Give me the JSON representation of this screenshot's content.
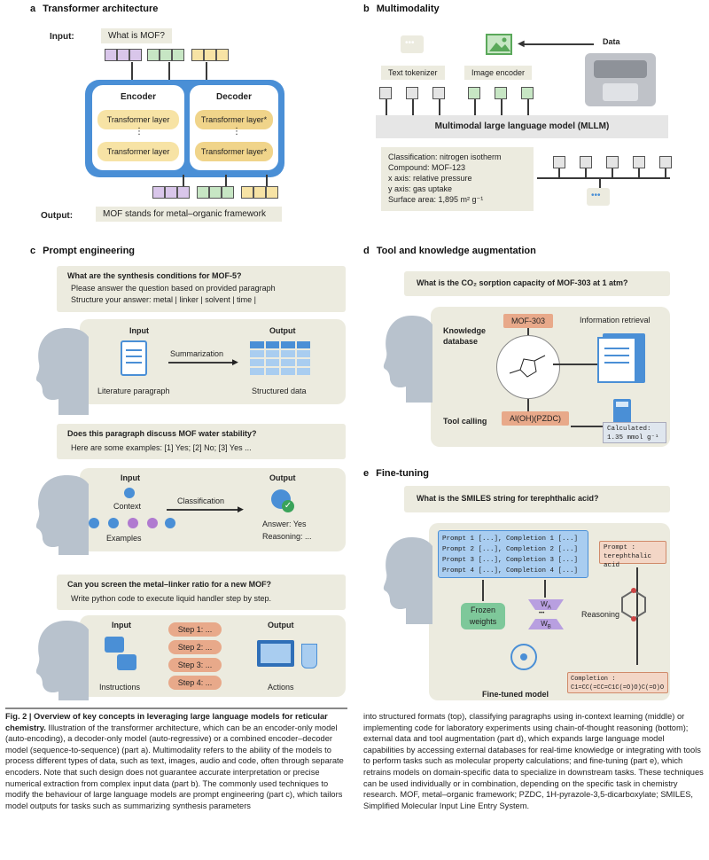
{
  "panel_a": {
    "letter": "a",
    "title": "Transformer architecture",
    "input_label": "Input:",
    "input_text": "What is MOF?",
    "encoder_label": "Encoder",
    "decoder_label": "Decoder",
    "enc_layer1": "Transformer layer",
    "enc_layer2": "Transformer layer",
    "dec_layer1": "Transformer layer*",
    "dec_layer2": "Transformer layer*",
    "output_label": "Output:",
    "output_text": "MOF stands for metal–organic framework"
  },
  "panel_b": {
    "letter": "b",
    "title": "Multimodality",
    "data_label": "Data",
    "text_tokenizer": "Text tokenizer",
    "image_encoder": "Image encoder",
    "mllm": "Multimodal large language model (MLLM)",
    "info_lines": [
      "Classification: nitrogen isotherm",
      "Compound: MOF-123",
      "x axis: relative pressure",
      "y axis: gas uptake",
      "Surface area: 1,895 m² g⁻¹"
    ]
  },
  "panel_c": {
    "letter": "c",
    "title": "Prompt engineering",
    "q1": "What are the synthesis conditions for MOF-5?",
    "q1_line2": "Please answer the question based on provided paragraph",
    "q1_line3": "Structure your answer: metal | linker | solvent | time |",
    "input": "Input",
    "output": "Output",
    "summarization": "Summarization",
    "literature": "Literature paragraph",
    "structured": "Structured data",
    "q2": "Does this paragraph discuss MOF water stability?",
    "q2_line2": "Here are some examples: [1] Yes; [2] No; [3] Yes ...",
    "context": "Context",
    "classification": "Classification",
    "examples": "Examples",
    "answer": "Answer: Yes",
    "reasoning": "Reasoning: ...",
    "q3": "Can you screen the metal–linker ratio for a new MOF?",
    "q3_line2": "Write python code to execute liquid handler step by step.",
    "steps": [
      "Step 1: ...",
      "Step 2: ...",
      "Step 3: ...",
      "Step 4: ..."
    ],
    "instructions": "Instructions",
    "actions": "Actions"
  },
  "panel_d": {
    "letter": "d",
    "title": "Tool and knowledge augmentation",
    "question": "What is the CO₂ sorption capacity of MOF-303 at 1 atm?",
    "knowledge": "Knowledge",
    "database": "database",
    "mof303": "MOF-303",
    "retrieval": "Information retrieval",
    "tool_calling": "Tool calling",
    "pzdc": "Al(OH)(PZDC)",
    "calc1": "Calculated:",
    "calc2": "1.35 mmol g⁻¹"
  },
  "panel_e": {
    "letter": "e",
    "title": "Fine-tuning",
    "question": "What is the SMILES string for terephthalic acid?",
    "prompts": [
      "Prompt 1 [...], Completion 1 [...]",
      "Prompt 2 [...], Completion 2 [...]",
      "Prompt 3 [...], Completion 3 [...]",
      "Prompt 4 [...], Completion 4 [...]"
    ],
    "prompt_label": "Prompt :",
    "prompt_value": "terephthalic acid",
    "frozen1": "Frozen",
    "frozen2": "weights",
    "wa": "W",
    "wb": "W",
    "wa_sub": "A",
    "wb_sub": "B",
    "dots": "•••",
    "reasoning": "Reasoning",
    "finetuned": "Fine-tuned model",
    "completion_label": "Completion :",
    "completion_value": "C1=CC(=CC=C1C(=O)O)C(=O)O"
  },
  "caption": {
    "fig": "Fig. 2 | Overview of key concepts in leveraging large language models for reticular chemistry.",
    "left": "Illustration of the transformer architecture, which can be an encoder-only model (auto-encoding), a decoder-only model (auto-regressive) or a combined encoder–decoder model (sequence-to-sequence) (part a). Multimodality refers to the ability of the models to process different types of data, such as text, images, audio and code, often through separate encoders. Note that such design does not guarantee accurate interpretation or precise numerical extraction from complex input data (part b). The commonly used techniques to modify the behaviour of large language models are prompt engineering (part c), which tailors model outputs for tasks such as summarizing synthesis parameters",
    "right": "into structured formats (top), classifying paragraphs using in-context learning (middle) or implementing code for laboratory experiments using chain-of-thought reasoning (bottom); external data and tool augmentation (part d), which expands large language model capabilities by accessing external databases for real-time knowledge or integrating with tools to perform tasks such as molecular property calculations; and fine-tuning (part e), which retrains models on domain-specific data to specialize in downstream tasks. These techniques can be used individually or in combination, depending on the specific task in chemistry research. MOF, metal–organic framework; PZDC, 1H-pyrazole-3,5-dicarboxylate; SMILES, Simplified Molecular Input Line Entry System."
  },
  "colors": {
    "blue": "#4a8fd6",
    "beige": "#ecebdf",
    "salmon": "#e8a98a",
    "purple": "#b89fe0"
  }
}
